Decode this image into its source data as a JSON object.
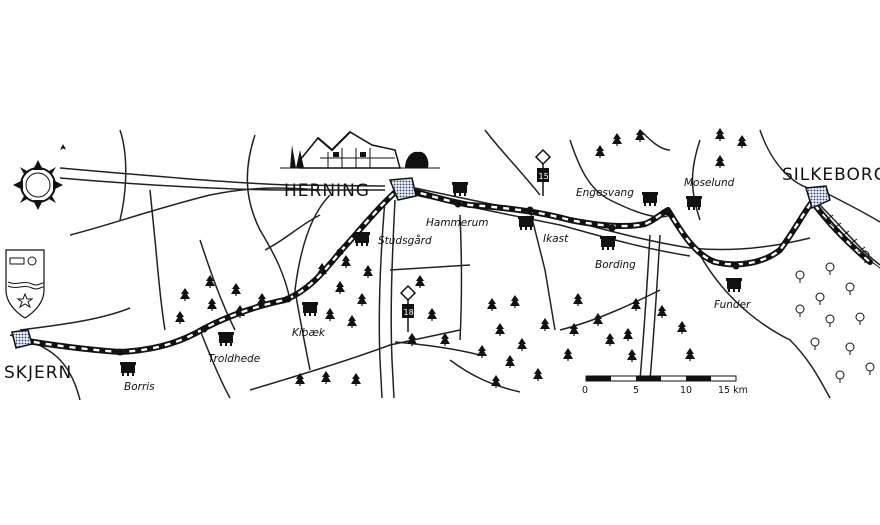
{
  "map": {
    "towns": {
      "skjern": "SKJERN",
      "herning": "HERNING",
      "silkeborg": "SILKEBORG"
    },
    "stations": {
      "borris": "Borris",
      "troldhede": "Troldhede",
      "kibaek": "Kibæk",
      "studsgard": "Studsgård",
      "hammerum": "Hammerum",
      "ikast": "Ikast",
      "engesvang": "Engesvang",
      "bording": "Bording",
      "moselund": "Moselund",
      "funder": "Funder"
    },
    "road_numbers": {
      "r15": "15",
      "r18": "18"
    },
    "scale": {
      "ticks": [
        "0",
        "5",
        "10",
        "15 km"
      ]
    },
    "icons": [
      "compass-rose-icon",
      "coat-of-arms-icon",
      "station-building-icon",
      "forest-tree-icon",
      "road-number-sign-icon",
      "farmhouse-illustration-icon"
    ],
    "colors": {
      "ink": "#111111",
      "town": "#2a3f6f"
    }
  }
}
